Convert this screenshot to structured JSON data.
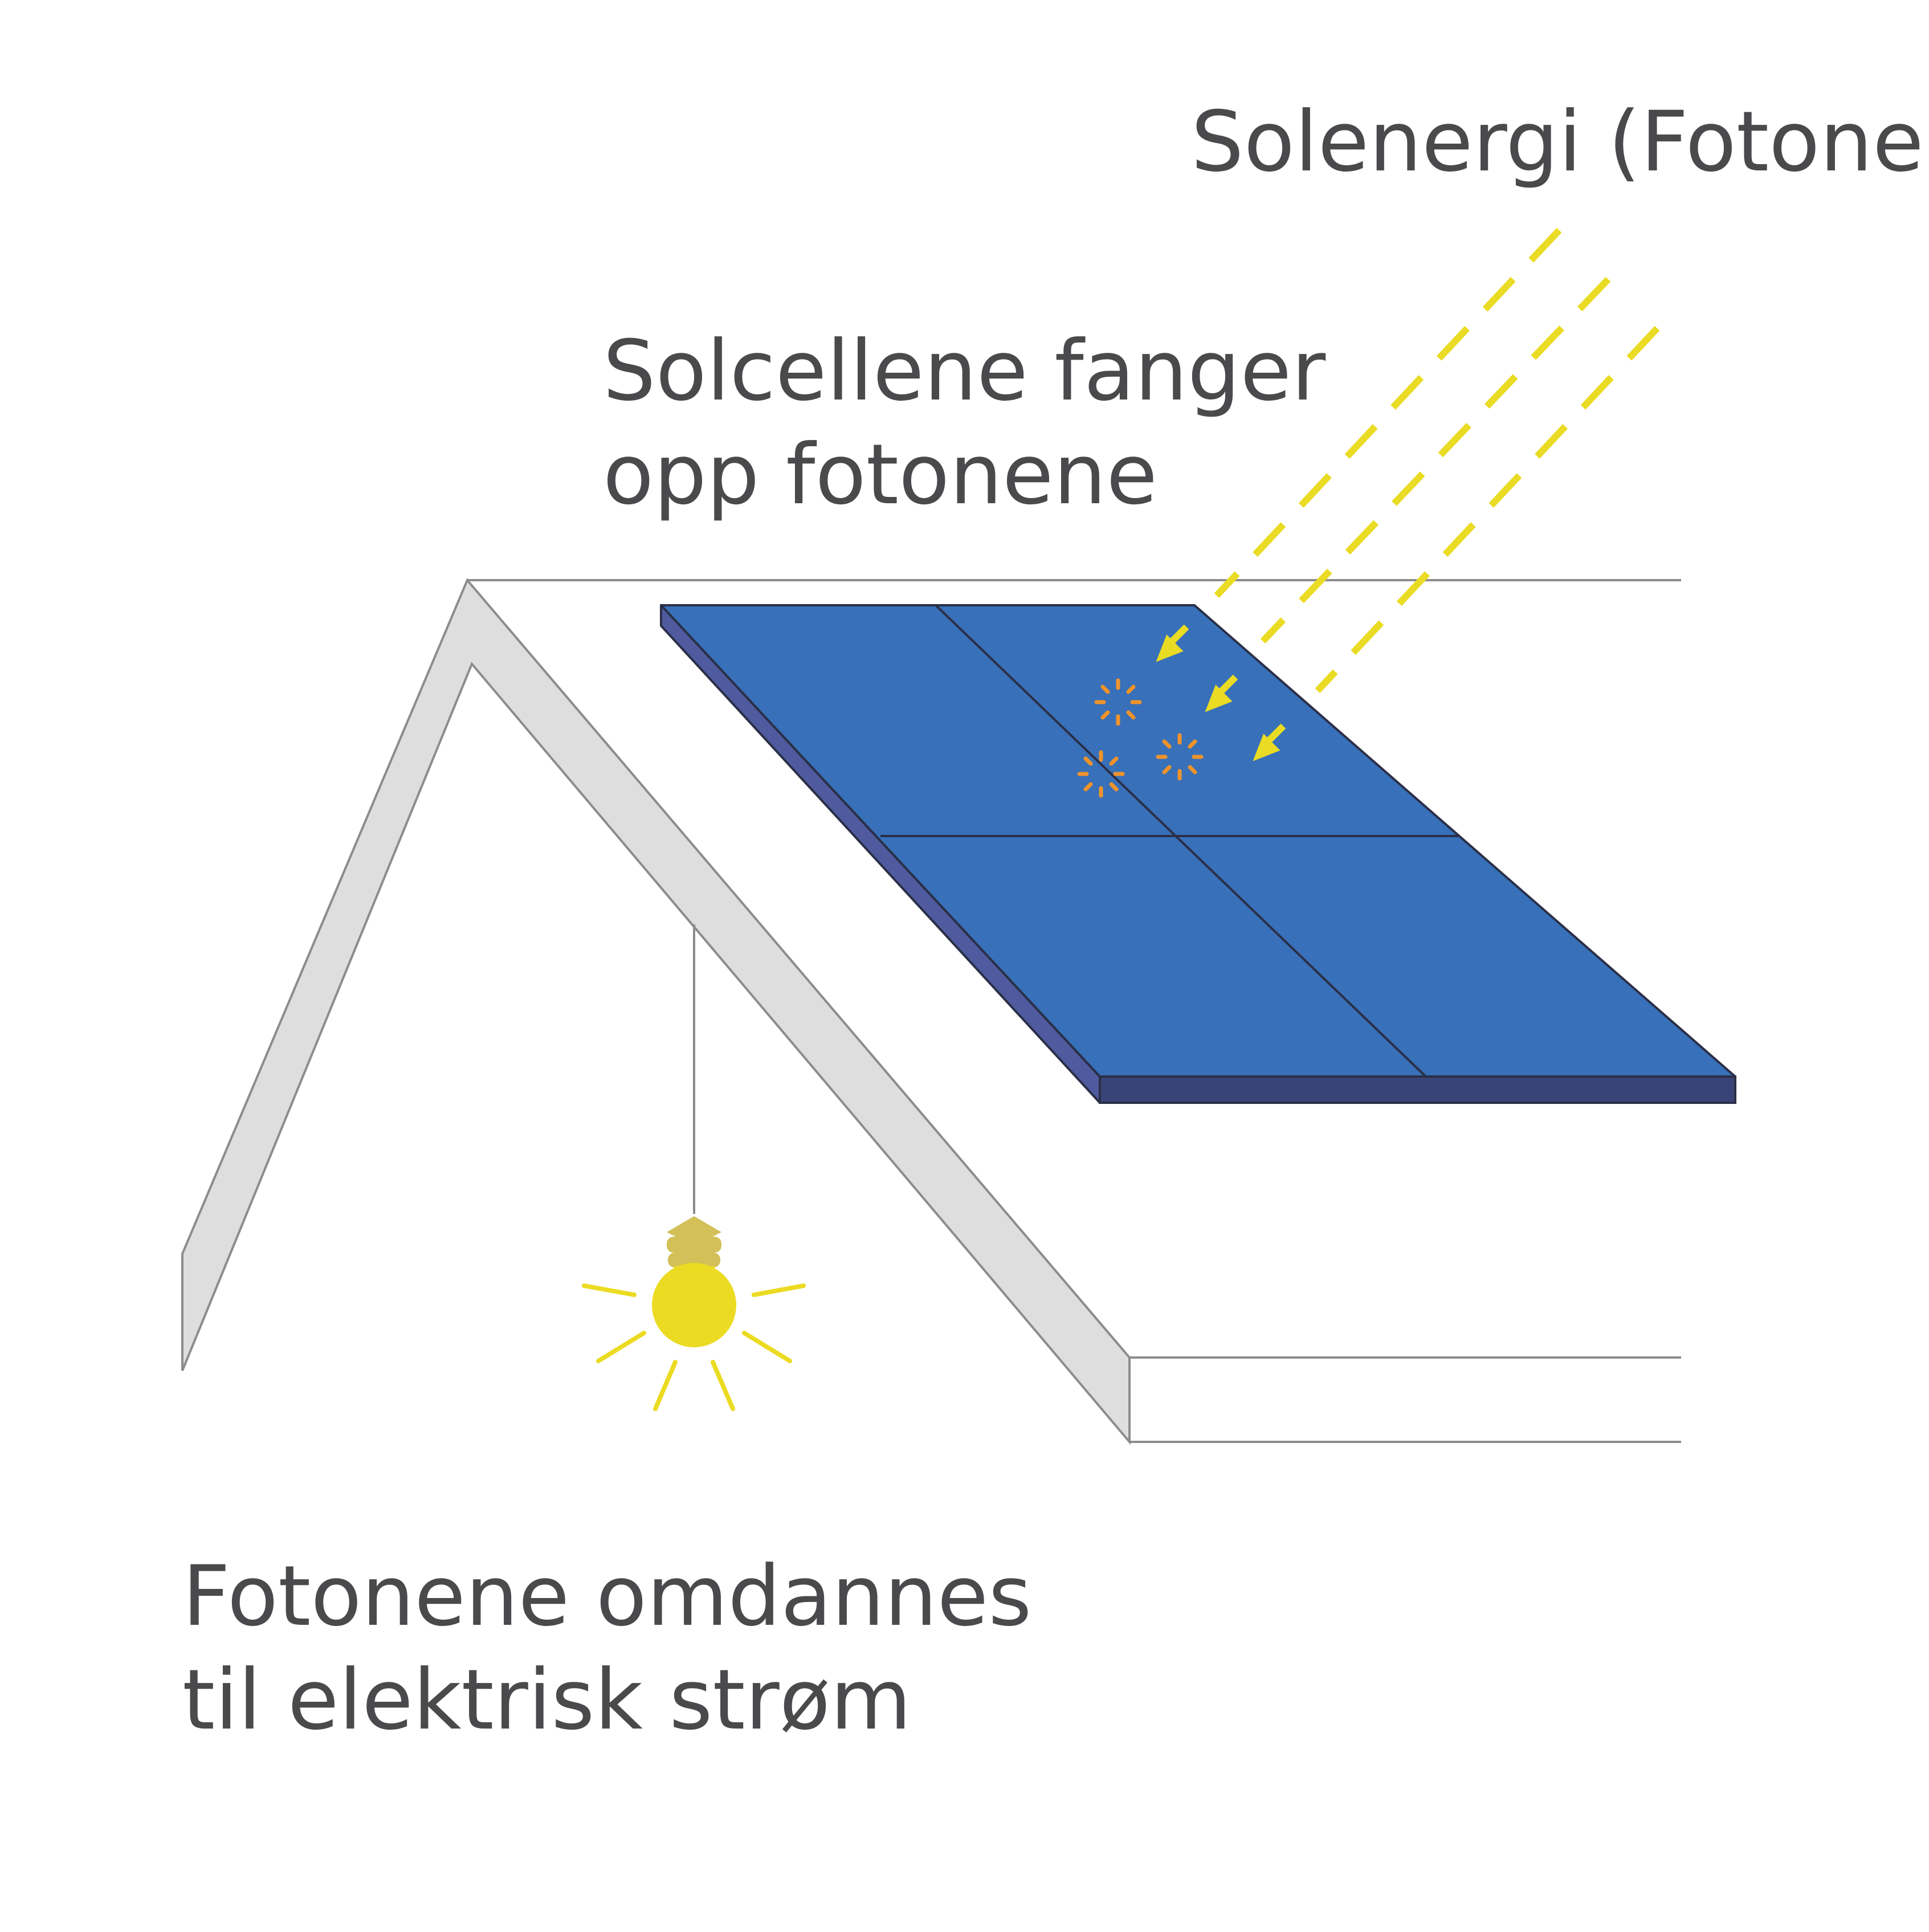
{
  "diagram": {
    "labels": {
      "sun_energy": "Solenergi (Fotoner)",
      "capture_line1": "Solcellene fanger",
      "capture_line2": "opp fotonene",
      "convert_line1": "Fotonene omdannes",
      "convert_line2": "til elektrisk strøm"
    },
    "icons": {
      "light_bulb": "light-bulb-icon",
      "photon_arrow": "photon-arrow-icon",
      "energy_burst": "energy-burst-icon"
    },
    "colors": {
      "text": "#4a4a4c",
      "roof_fill": "#dededf",
      "roof_stroke": "#8c8c8c",
      "panel_top": "#3870b9",
      "panel_side": "#4f5b9e",
      "panel_front": "#3a4378",
      "panel_grid": "#2a2f47",
      "sun_rays": "#eadb24",
      "bulb": "#ebdb22",
      "bulb_socket": "#d3c058",
      "burst": "#f0932b"
    }
  }
}
